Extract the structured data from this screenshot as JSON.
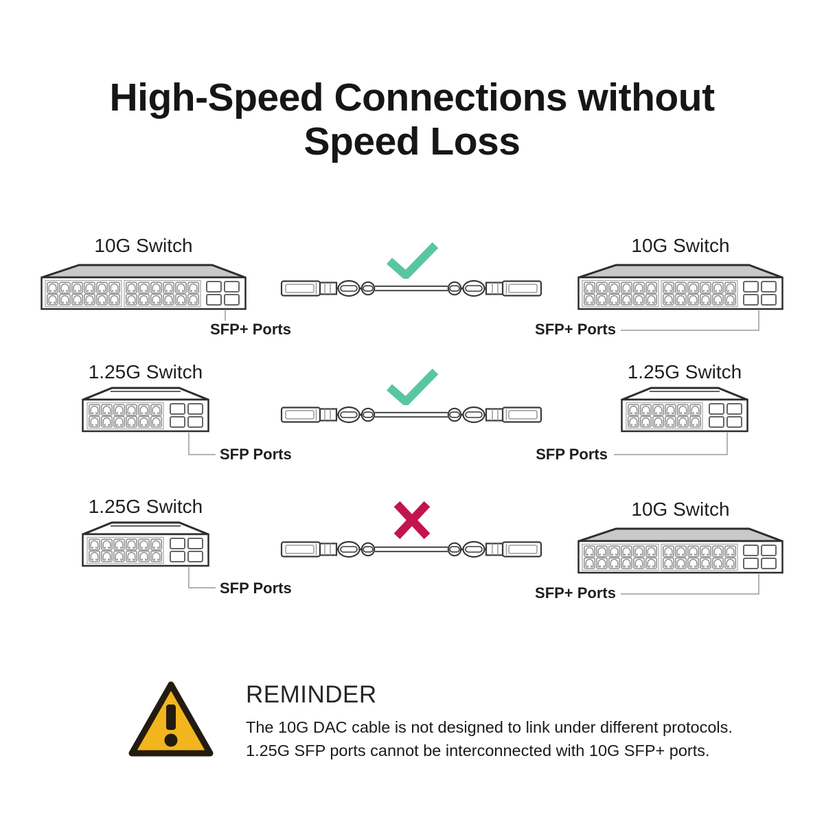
{
  "title": {
    "line1": "High-Speed Connections without",
    "line2": "Speed Loss"
  },
  "colors": {
    "check_color": "#58c6a2",
    "cross_color": "#c2144e",
    "warning_fill": "#f2b51e",
    "warning_border": "#241b10",
    "leader_color": "#b3b3b3"
  },
  "rows": [
    {
      "status": "check",
      "left": {
        "label": "10G Switch",
        "port_label": "SFP+ Ports"
      },
      "right": {
        "label": "10G Switch",
        "port_label": "SFP+ Ports"
      }
    },
    {
      "status": "check",
      "left": {
        "label": "1.25G Switch",
        "port_label": "SFP Ports"
      },
      "right": {
        "label": "1.25G Switch",
        "port_label": "SFP Ports"
      }
    },
    {
      "status": "cross",
      "left": {
        "label": "1.25G Switch",
        "port_label": "SFP Ports"
      },
      "right": {
        "label": "10G Switch",
        "port_label": "SFP+ Ports"
      }
    }
  ],
  "reminder": {
    "heading": "REMINDER",
    "line1": "The 10G DAC cable is not designed to link under different protocols.",
    "line2": "1.25G SFP ports cannot be interconnected with 10G SFP+ ports."
  }
}
